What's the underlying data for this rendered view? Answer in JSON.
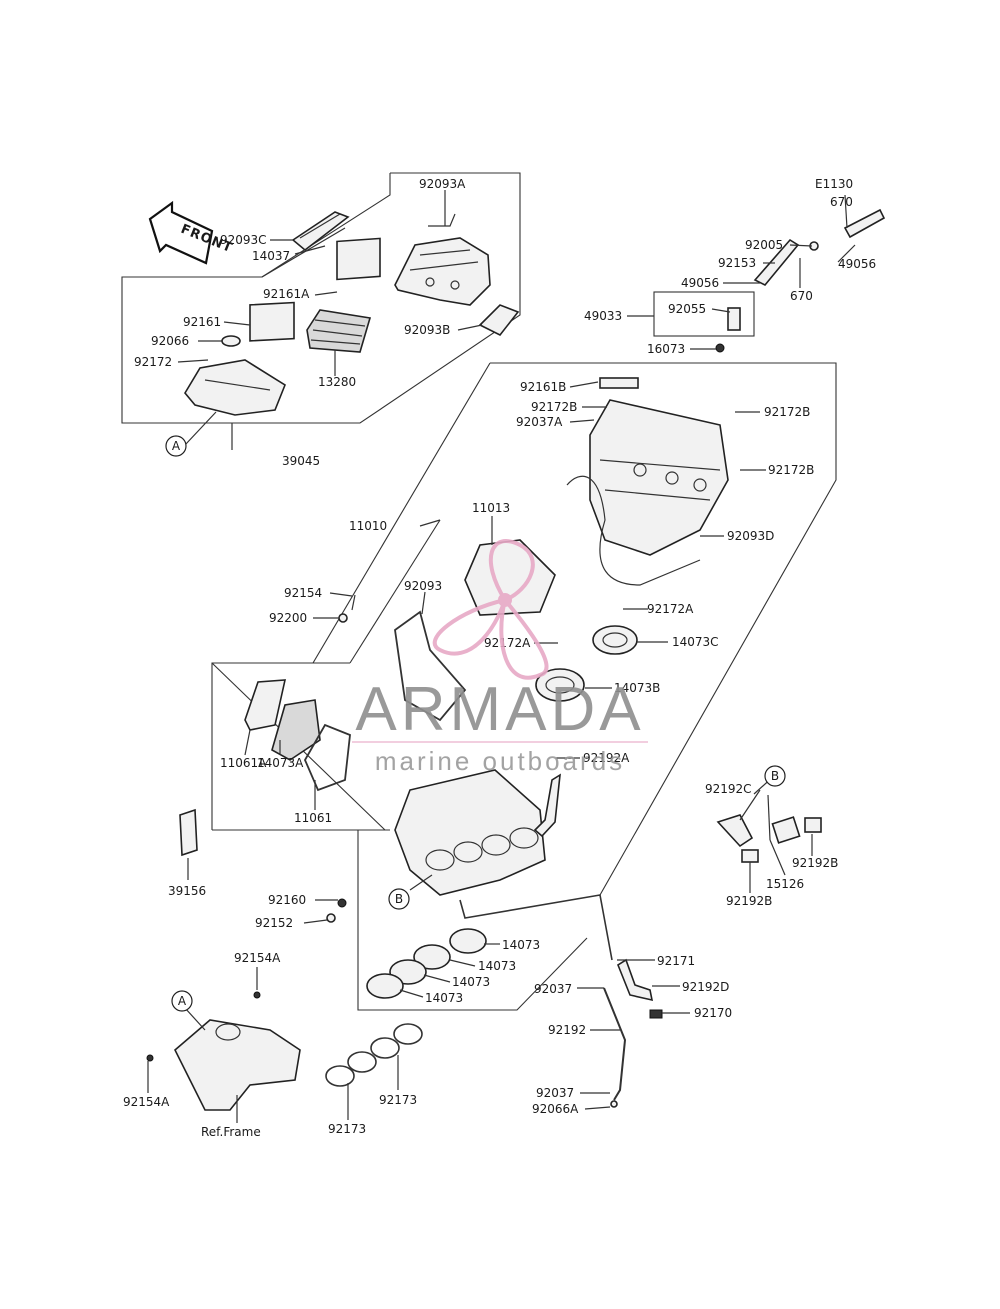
{
  "front_label": "FRONT",
  "watermark": {
    "brand": "ARMADA",
    "tagline": "marine outboards",
    "color": "#e7a9c6"
  },
  "callouts": {
    "c_a1": "A",
    "c_a2": "A",
    "c_b1": "B",
    "c_b2": "B"
  },
  "labels": {
    "l01": "E1130",
    "l02": "670",
    "l03": "92093A",
    "l04": "92093C",
    "l05": "14037",
    "l06": "92005",
    "l07": "92153",
    "l08": "49056",
    "l09": "49056",
    "l10": "670",
    "l11": "92161A",
    "l12": "92161",
    "l13": "92066",
    "l14": "92172",
    "l15": "13280",
    "l16": "92093B",
    "l17": "49033",
    "l18": "92055",
    "l19": "16073",
    "l20": "92161B",
    "l21": "92172B",
    "l22": "92037A",
    "l23": "92172B",
    "l24": "92172B",
    "l25": "39045",
    "l26": "11010",
    "l27": "11013",
    "l28": "92093D",
    "l29": "92154",
    "l30": "92093",
    "l31": "92200",
    "l32": "92172A",
    "l33": "92172A",
    "l34": "14073C",
    "l35": "14073B",
    "l36": "11061A",
    "l37": "14073A",
    "l38": "11061",
    "l39": "92192A",
    "l40": "92192C",
    "l41": "92192B",
    "l42": "15126",
    "l43": "92192B",
    "l44": "39156",
    "l45": "92160",
    "l46": "92152",
    "l47": "14073",
    "l48": "14073",
    "l49": "14073",
    "l50": "14073",
    "l51": "92171",
    "l52": "92154A",
    "l53": "92037",
    "l54": "92192D",
    "l55": "92170",
    "l56": "92192",
    "l57": "92154A",
    "l58": "92173",
    "l59": "92173",
    "l60": "Ref.Frame",
    "l61": "92037",
    "l62": "92066A"
  }
}
